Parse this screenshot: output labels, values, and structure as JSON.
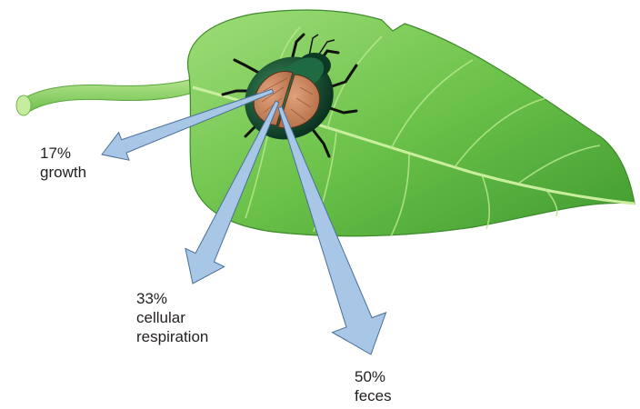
{
  "diagram": {
    "flows": [
      {
        "id": "growth",
        "percent": "17%",
        "lines": [
          "growth"
        ],
        "value": 17
      },
      {
        "id": "respiration",
        "percent": "33%",
        "lines": [
          "cellular",
          "respiration"
        ],
        "value": 33
      },
      {
        "id": "feces",
        "percent": "50%",
        "lines": [
          "feces"
        ],
        "value": 50
      }
    ]
  },
  "colors": {
    "arrow_fill": "#a8c6e6",
    "arrow_stroke": "#4a6f98",
    "leaf_light": "#8fd46a",
    "leaf_dark": "#3f9a2e",
    "beetle_body": "#0f3b25",
    "beetle_wings": "#c9825a",
    "text": "#231f20"
  },
  "icons": {
    "beetle": "beetle-icon",
    "leaf": "leaf-icon"
  }
}
